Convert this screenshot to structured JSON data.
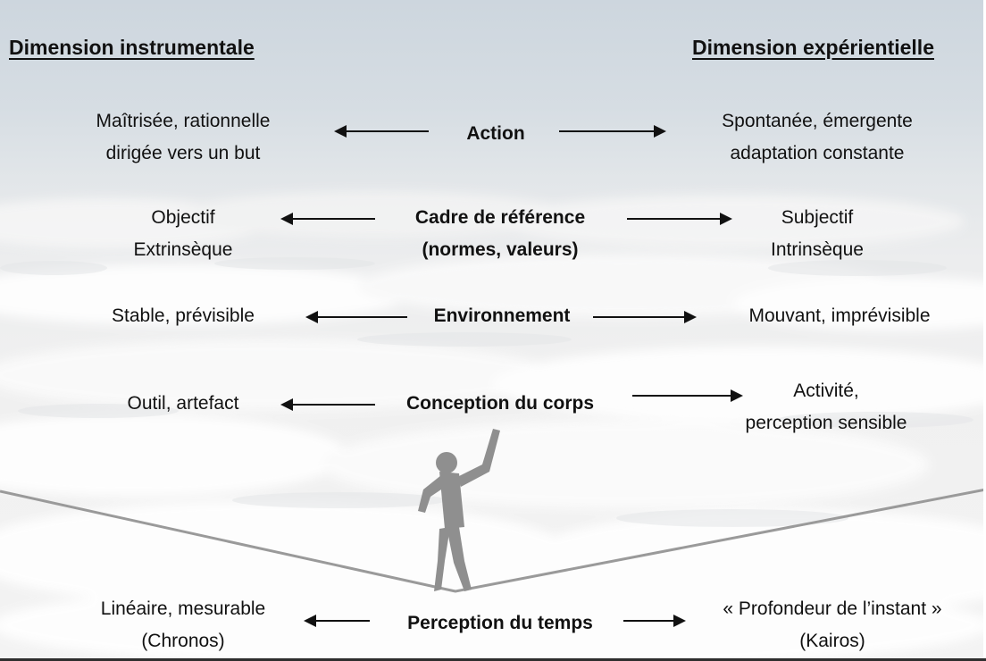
{
  "headings": {
    "left": "Dimension instrumentale",
    "right": "Dimension expérientielle"
  },
  "rows": [
    {
      "left": [
        "Maîtrisée, rationnelle",
        "dirigée vers un but"
      ],
      "center": [
        "Action"
      ],
      "right": [
        "Spontanée, émergente",
        "adaptation constante"
      ]
    },
    {
      "left": [
        "Objectif",
        "Extrinsèque"
      ],
      "center": [
        "Cadre de référence",
        "(normes, valeurs)"
      ],
      "right": [
        "Subjectif",
        "Intrinsèque"
      ]
    },
    {
      "left": [
        "Stable, prévisible"
      ],
      "center": [
        "Environnement"
      ],
      "right": [
        "Mouvant, imprévisible"
      ]
    },
    {
      "left": [
        "Outil, artefact"
      ],
      "center": [
        "Conception du corps"
      ],
      "right": [
        "Activité,",
        "perception sensible"
      ]
    },
    {
      "left": [
        "Linéaire, mesurable",
        "(Chronos)"
      ],
      "center": [
        "Perception du temps"
      ],
      "right": [
        "« Profondeur de l’instant »",
        "(Kairos)"
      ]
    }
  ],
  "colors": {
    "text": "#111111",
    "sky": "#cdd6de",
    "clouds": "#f0f0f0",
    "figure": "#8f8f8f",
    "rope": "#9a9a9a"
  },
  "illustration": {
    "subject": "tightrope-walker-above-clouds"
  }
}
